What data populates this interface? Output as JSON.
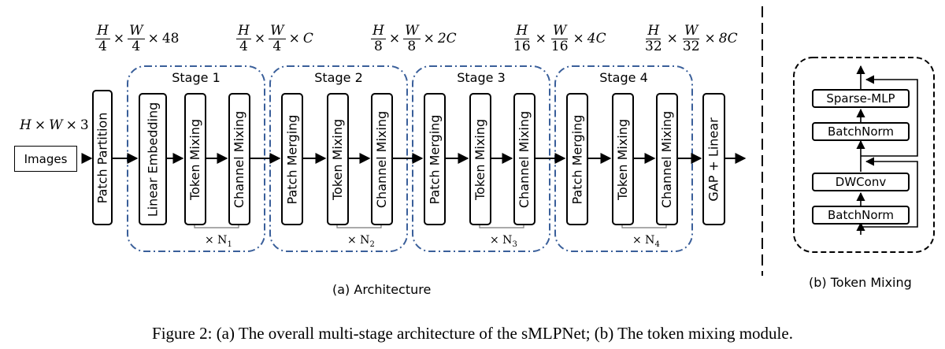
{
  "input": {
    "dims": {
      "a": "H",
      "b": "W",
      "c": "3"
    },
    "box_label": "Images"
  },
  "patch_partition": {
    "label": "Patch Partition"
  },
  "gap_linear": {
    "label": "GAP + Linear"
  },
  "dim_labels": [
    {
      "num1": "H",
      "den1": "4",
      "num2": "W",
      "den2": "4",
      "ch": "48"
    },
    {
      "num1": "H",
      "den1": "4",
      "num2": "W",
      "den2": "4",
      "ch": "C"
    },
    {
      "num1": "H",
      "den1": "8",
      "num2": "W",
      "den2": "8",
      "ch": "2C"
    },
    {
      "num1": "H",
      "den1": "16",
      "num2": "W",
      "den2": "16",
      "ch": "4C"
    },
    {
      "num1": "H",
      "den1": "32",
      "num2": "W",
      "den2": "32",
      "ch": "8C"
    }
  ],
  "stages": [
    {
      "title": "Stage 1",
      "first_block": "Linear Embedding",
      "mix1": "Token Mixing",
      "mix2": "Channel Mixing",
      "rep": "× N",
      "rep_sub": "1"
    },
    {
      "title": "Stage 2",
      "first_block": "Patch Merging",
      "mix1": "Token Mixing",
      "mix2": "Channel Mixing",
      "rep": "× N",
      "rep_sub": "2"
    },
    {
      "title": "Stage 3",
      "first_block": "Patch Merging",
      "mix1": "Token Mixing",
      "mix2": "Channel Mixing",
      "rep": "× N",
      "rep_sub": "3"
    },
    {
      "title": "Stage 4",
      "first_block": "Patch Merging",
      "mix1": "Token Mixing",
      "mix2": "Channel Mixing",
      "rep": "× N",
      "rep_sub": "4"
    }
  ],
  "token_mixing_module": {
    "blocks": [
      "Sparse-MLP",
      "BatchNorm",
      "DWConv",
      "BatchNorm"
    ]
  },
  "captions": {
    "architecture": "(a) Architecture",
    "token_mixing": "(b) Token Mixing",
    "figure": "Figure 2: (a) The overall multi-stage architecture of the sMLPNet; (b) The token mixing module."
  }
}
